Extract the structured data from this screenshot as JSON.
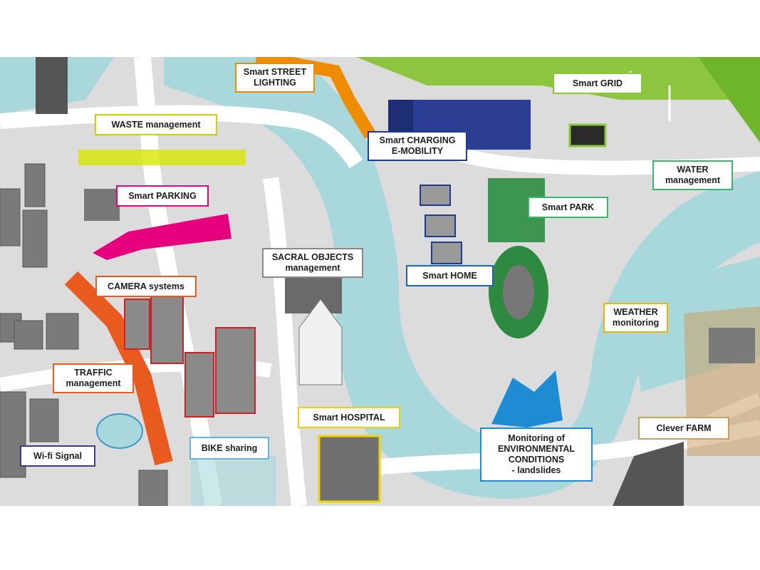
{
  "map": {
    "labels": {
      "street_lighting": "Smart STREET\nLIGHTING",
      "grid": "Smart GRID",
      "waste": "WASTE management",
      "charging": "Smart CHARGING\nE-MOBILITY",
      "water": "WATER\nmanagement",
      "parking": "Smart PARKING",
      "park": "Smart PARK",
      "sacral": "SACRAL OBJECTS\nmanagement",
      "home": "Smart  HOME",
      "camera": "CAMERA systems",
      "weather": "WEATHER\nmonitoring",
      "traffic": "TRAFFIC\nmanagement",
      "hospital": "Smart HOSPITAL",
      "farm": "Clever FARM",
      "wifi": "Wi-fi Signal",
      "bike": "BIKE sharing",
      "environment": "Monitoring of\nENVIRONMENTAL\nCONDITIONS\n- landslides"
    },
    "label_colors": {
      "street_lighting": "#f08c00",
      "grid": "#8cc63f",
      "waste": "#c8d400",
      "charging": "#1e3c8c",
      "water": "#3cb46e",
      "parking": "#e6007e",
      "park": "#3cb46e",
      "sacral": "#888888",
      "home": "#1e64b4",
      "camera": "#e85a1e",
      "weather": "#f0b400",
      "traffic": "#e85a1e",
      "hospital": "#f0d200",
      "farm": "#c8a064",
      "wifi": "#3c3c8c",
      "bike": "#64b4dc",
      "environment": "#1e8cd2"
    },
    "colors": {
      "river": "#a8d8dc",
      "ground": "#dcdcdc",
      "road": "#ffffff",
      "traffic_road": "#e85a1e",
      "lighting_road": "#f08c00",
      "field": "#8cc63f"
    }
  }
}
